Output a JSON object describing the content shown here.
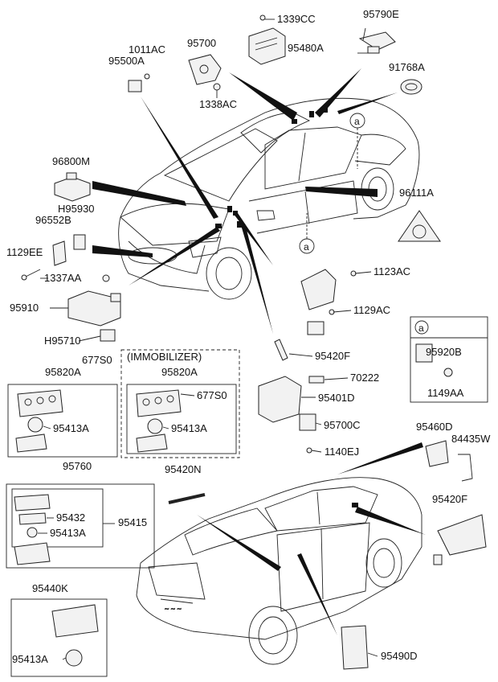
{
  "labels": {
    "p1339CC": "1339CC",
    "p95790E": "95790E",
    "p1011AC": "1011AC",
    "p95700": "95700",
    "p95500A": "95500A",
    "p95480A": "95480A",
    "p91768A": "91768A",
    "p1338AC": "1338AC",
    "p96800M": "96800M",
    "p96111A": "96111A",
    "pH95930": "H95930",
    "p96552B": "96552B",
    "p1129EE": "1129EE",
    "p1123AC": "1123AC",
    "p1337AA": "1337AA",
    "p95910": "95910",
    "p1129AC": "1129AC",
    "pH95710": "H95710",
    "p677S0a": "677S0",
    "p95420Fa": "95420F",
    "p95820Aa": "95820A",
    "p70222": "70222",
    "p95401D": "95401D",
    "p95413Aa": "95413A",
    "p95700C": "95700C",
    "p1140EJ": "1140EJ",
    "p95920B": "95920B",
    "p1149AA": "1149AA",
    "immob_title": "(IMMOBILIZER)",
    "p95820Ab": "95820A",
    "p677S0b": "677S0",
    "p95413Ab": "95413A",
    "p95460D": "95460D",
    "p84435W": "84435W",
    "p95760": "95760",
    "p95420N": "95420N",
    "p95420Fb": "95420F",
    "p95432": "95432",
    "p95415": "95415",
    "p95413Ac": "95413A",
    "p95440K": "95440K",
    "p95413Ad": "95413A",
    "p95490D": "95490D",
    "callout_a1": "a",
    "callout_a2": "a",
    "callout_a3": "a"
  }
}
